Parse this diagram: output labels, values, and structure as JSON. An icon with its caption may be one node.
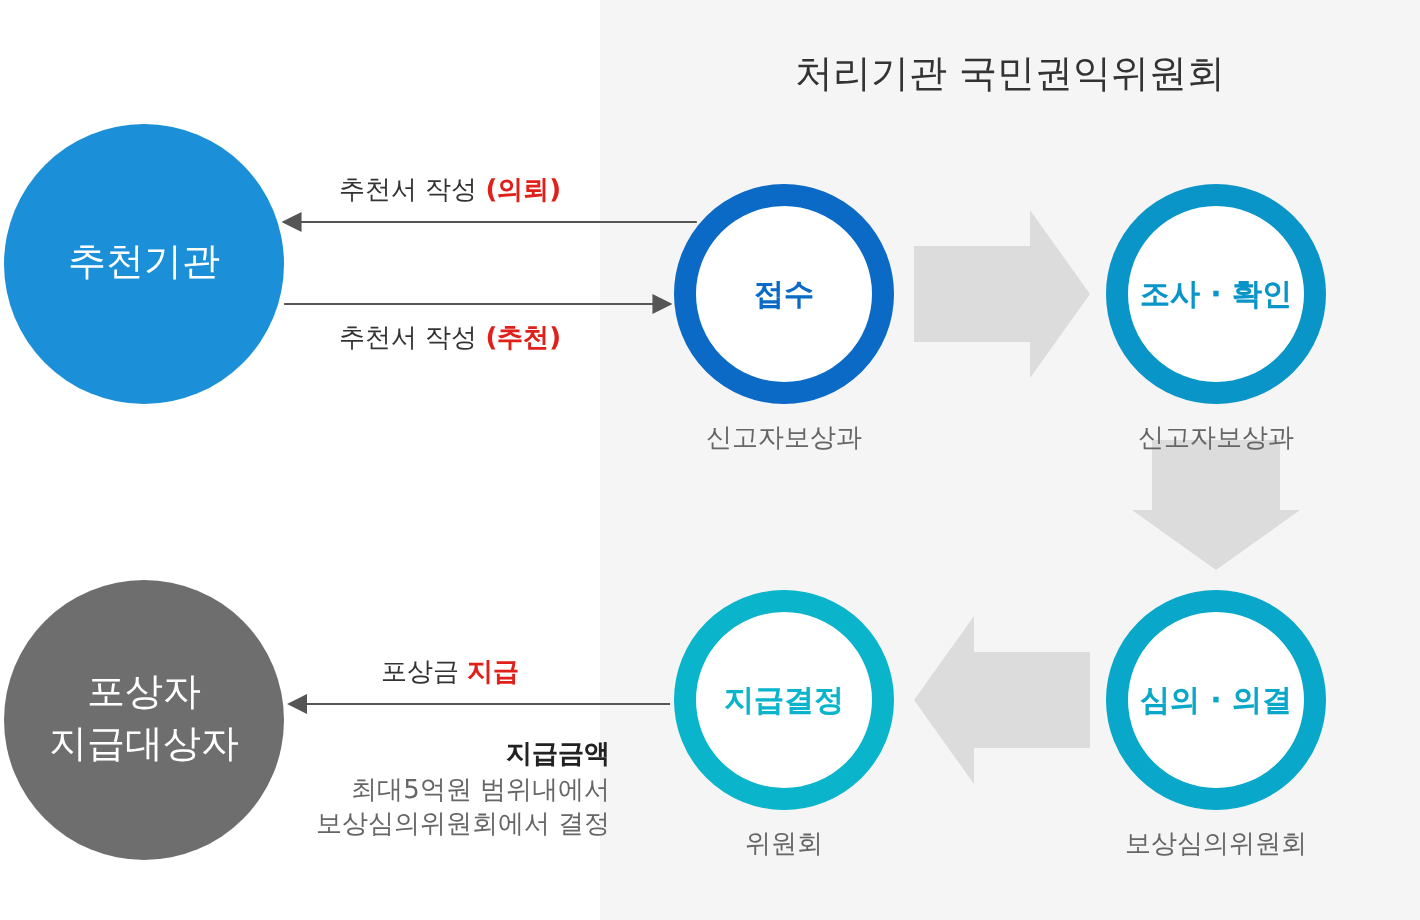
{
  "diagram": {
    "nodes": [
      {
        "text": [
          "추천기관"
        ]
      },
      {
        "text": [
          "처리기관 국민권익위원회"
        ]
      },
      {
        "text": [
          "접수"
        ],
        "beside": [
          "신고자보상과"
        ],
        "in": 1
      },
      {
        "text": [
          "조사 · 확인"
        ],
        "beside": [
          "신고자보상과"
        ],
        "in": 1
      },
      {
        "text": [
          "심의 · 의결"
        ],
        "beside": [
          "보상심의위원회"
        ],
        "in": 1
      },
      {
        "text": [
          "지급결정"
        ],
        "beside": [
          "위원회"
        ],
        "in": 1
      },
      {
        "text": [
          "포상자 지급대상자"
        ]
      }
    ],
    "edges": [
      {
        "from": 2,
        "to": 0,
        "arrow": "to",
        "label": "추천서 작성 **(의뢰)**"
      },
      {
        "from": 0,
        "to": 2,
        "arrow": "to",
        "label": "추천서 작성 **(추천)**"
      },
      {
        "from": 2,
        "to": 3,
        "arrow": "to",
        "style": "thick",
        "color": "#dcdcdc"
      },
      {
        "from": 3,
        "to": 4,
        "arrow": "to",
        "style": "thick",
        "color": "#dcdcdc"
      },
      {
        "from": 4,
        "to": 5,
        "arrow": "to",
        "style": "thick",
        "color": "#dcdcdc"
      },
      {
        "from": 5,
        "to": 6,
        "arrow": "to",
        "label": "포상금 **지급**"
      }
    ],
    "labels": [
      "지급금액",
      "최대5억원 범위내에서 보상심의위원회에서 결정"
    ]
  }
}
